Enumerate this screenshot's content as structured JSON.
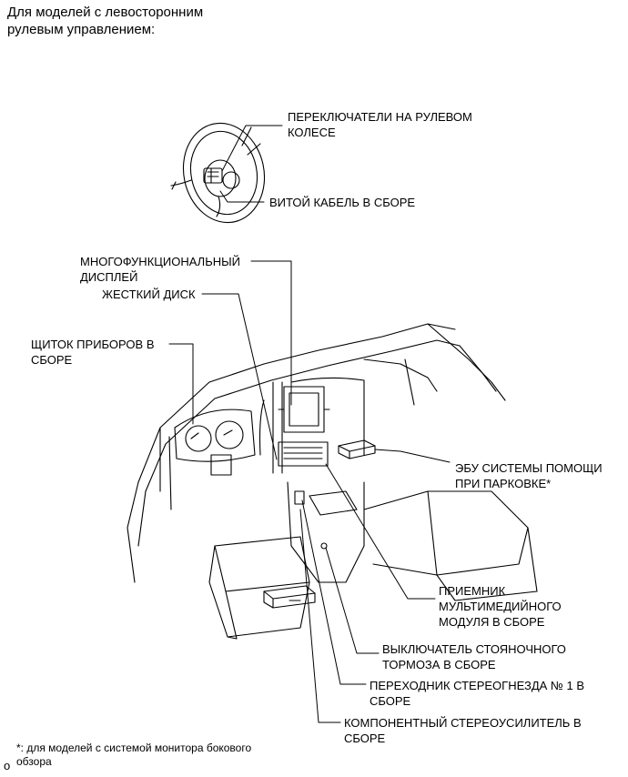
{
  "header": {
    "line1": "Для моделей с левосторонним",
    "line2": "рулевым управлением:"
  },
  "labels": {
    "steering_switches": [
      "ПЕРЕКЛЮЧАТЕЛИ НА РУЛЕВОМ",
      "КОЛЕСЕ"
    ],
    "spiral_cable": [
      "ВИТОЙ КАБЕЛЬ В СБОРЕ"
    ],
    "multi_display": [
      "МНОГОФУНКЦИОНАЛЬНЫЙ",
      "ДИСПЛЕЙ"
    ],
    "hard_disk": [
      "ЖЕСТКИЙ ДИСК"
    ],
    "combination_meter": [
      "ЩИТОК ПРИБОРОВ В",
      "СБОРЕ"
    ],
    "parking_assist_ecu": [
      "ЭБУ СИСТЕМЫ ПОМОЩИ",
      "ПРИ ПАРКОВКЕ*"
    ],
    "multimedia_receiver": [
      "ПРИЕМНИК",
      "МУЛЬТИМЕДИЙНОГО",
      "МОДУЛЯ В СБОРЕ"
    ],
    "parking_brake_switch": [
      "ВЫКЛЮЧАТЕЛЬ СТОЯНОЧНОГО",
      "ТОРМОЗА В СБОРЕ"
    ],
    "stereo_jack_adapter": [
      "ПЕРЕХОДНИК СТЕРЕОГНЕЗДА № 1 В",
      "СБОРЕ"
    ],
    "stereo_amplifier": [
      "КОМПОНЕНТНЫЙ СТЕРЕОУСИЛИТЕЛЬ В",
      "СБОРЕ"
    ]
  },
  "footnote": {
    "line1": "*: для моделей с системой монитора бокового",
    "line2": "обзора"
  },
  "code": "o"
}
